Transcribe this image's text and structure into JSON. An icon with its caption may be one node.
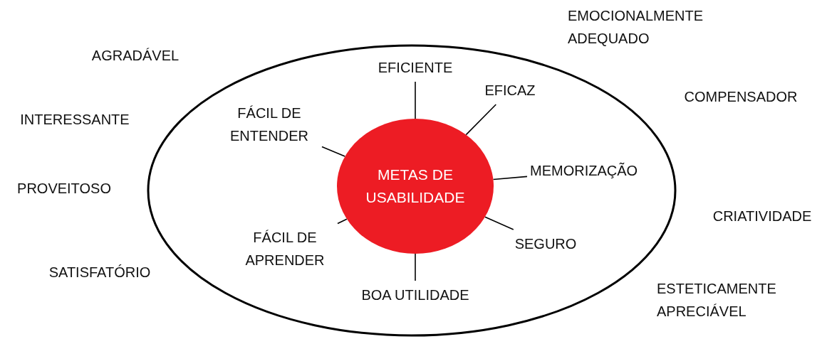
{
  "diagram": {
    "nodes": [
      {
        "text": [],
        "shape": "ellipse"
      },
      {
        "text": [
          "METAS DE USABILIDADE"
        ],
        "in": 0
      },
      {
        "text": [
          "EFICIENTE"
        ],
        "in": 0
      },
      {
        "text": [
          "EFICAZ"
        ],
        "in": 0
      },
      {
        "text": [
          "FÁCIL DE ENTENDER"
        ],
        "in": 0
      },
      {
        "text": [
          "MEMORIZAÇÃO"
        ],
        "in": 0
      },
      {
        "text": [
          "FÁCIL DE APRENDER"
        ],
        "in": 0
      },
      {
        "text": [
          "SEGURO"
        ],
        "in": 0
      },
      {
        "text": [
          "BOA UTILIDADE"
        ],
        "in": 0
      }
    ],
    "edges": [
      {
        "from": 1,
        "to": 2,
        "arrow": "none"
      },
      {
        "from": 1,
        "to": 3,
        "arrow": "none"
      },
      {
        "from": 4,
        "to": 1,
        "arrow": "none"
      },
      {
        "from": 1,
        "to": 5,
        "arrow": "none"
      },
      {
        "from": 6,
        "to": 1,
        "arrow": "none"
      },
      {
        "from": 1,
        "to": 7,
        "arrow": "none"
      },
      {
        "from": 1,
        "to": 8,
        "arrow": "none"
      }
    ],
    "labels": [
      "EMOCIONALMENTE ADEQUADO",
      "AGRADÁVEL",
      "COMPENSADOR",
      "INTERESSANTE",
      "PROVEITOSO",
      "CRIATIVIDADE",
      "SATISFATÓRIO",
      "ESTETICAMENTE APRECIÁVEL"
    ]
  }
}
